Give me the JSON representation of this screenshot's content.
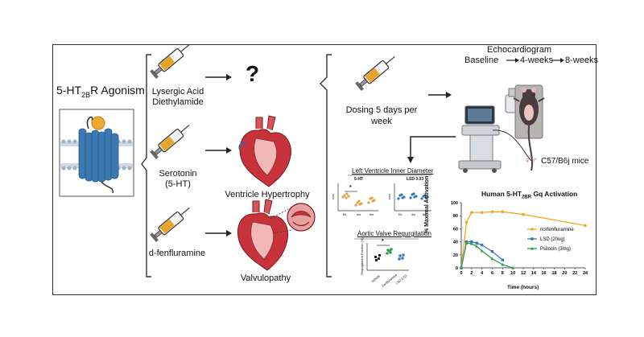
{
  "receptor": {
    "title_prefix": "5-HT",
    "title_sub": "2B",
    "title_suffix": "R Agonism"
  },
  "drugs": [
    {
      "id": "lsd",
      "line1": "Lysergic Acid",
      "line2": "Diethylamide",
      "outcome": "?"
    },
    {
      "id": "serotonin",
      "line1": "Serotonin",
      "line2": "(5-HT)",
      "outcome": "Ventricle Hypertrophy"
    },
    {
      "id": "fenfluramine",
      "line1": "d-fenfluramine",
      "line2": "",
      "outcome": "Valvulopathy"
    }
  ],
  "dosing": {
    "line1": "Dosing 5 days per",
    "line2": "week"
  },
  "echo": {
    "title": "Echocardiogram",
    "timeline": [
      "Baseline",
      "4-weeks",
      "8-weeks"
    ],
    "mice_label": "C57/B6j mice",
    "sex_symbols": "♀♂"
  },
  "lvid_panel": {
    "title": "Left Ventricle Inner Diameter",
    "left_subtitle": "5-HT",
    "right_subtitle": "LSD 0.03",
    "y_unit": "mm",
    "timepoints": [
      "BL",
      "4w",
      "8w"
    ],
    "sig_marker": "*"
  },
  "avr_panel": {
    "title": "Aortic Valve Regurgitation",
    "y_label": "Regurgitation Fraction (%)",
    "groups": [
      "Vehicle",
      "Fenfluramine",
      "LSD 0.03"
    ],
    "sig_marker": "*"
  },
  "chart_data": {
    "type": "line",
    "title": "Human 5-HT2BR Gq Activation",
    "title_parts": {
      "prefix": "Human 5-HT",
      "sub": "2BR",
      "suffix": " Gq Activation"
    },
    "xlabel": "Time (hours)",
    "ylabel": "% Maximal Activation",
    "xlim": [
      0,
      24
    ],
    "ylim": [
      0,
      100
    ],
    "xticks": [
      0,
      2,
      4,
      6,
      8,
      10,
      12,
      14,
      16,
      18,
      20,
      22,
      24
    ],
    "yticks": [
      0,
      20,
      40,
      60,
      80,
      100
    ],
    "legend_position": "right",
    "series": [
      {
        "name": "norfenfluramine",
        "color": "#f5a623",
        "marker": "circle",
        "x": [
          0,
          1,
          2,
          4,
          6,
          8,
          12,
          24
        ],
        "y": [
          0,
          70,
          85,
          85,
          86,
          86,
          82,
          65
        ]
      },
      {
        "name": "LSD (20ug)",
        "color": "#3a78b4",
        "marker": "square",
        "x": [
          0,
          1,
          2,
          3,
          4,
          6,
          8
        ],
        "y": [
          0,
          40,
          40,
          38,
          35,
          25,
          12
        ]
      },
      {
        "name": "Psilocin (3mg)",
        "color": "#2e9e4f",
        "marker": "triangle",
        "x": [
          0,
          1,
          2,
          3,
          4,
          6,
          8,
          10
        ],
        "y": [
          0,
          38,
          37,
          33,
          26,
          14,
          5,
          0
        ]
      }
    ]
  },
  "colors": {
    "receptor": "#3b79b0",
    "ligand": "#f0a830",
    "membrane": "#b7c7d8",
    "heart": "#c8323a",
    "syringe_fill": "#e8a427",
    "mouse_body": "#4a3d40",
    "machine": "#d9dde2"
  }
}
